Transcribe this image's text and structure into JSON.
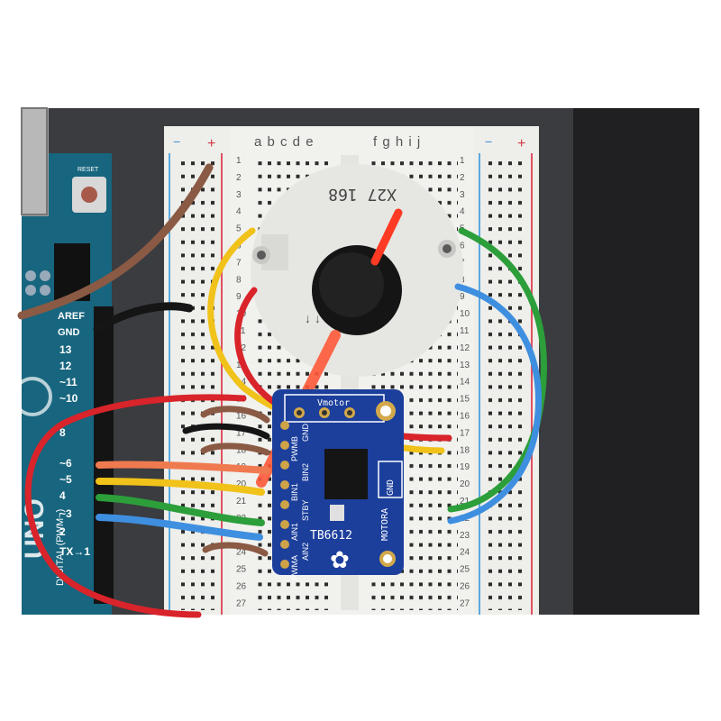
{
  "breadboard": {
    "columns_left": "a b c d e",
    "columns_right": "f g h i j",
    "rail_minus": "−",
    "rail_plus": "+",
    "row_numbers": [
      "1",
      "2",
      "3",
      "4",
      "5",
      "6",
      "7",
      "8",
      "9",
      "10",
      "11",
      "12",
      "13",
      "14",
      "15",
      "16",
      "17",
      "18",
      "19",
      "20",
      "21",
      "22",
      "23",
      "24",
      "25",
      "26",
      "27"
    ]
  },
  "arduino": {
    "reset_label": "RESET",
    "aref_label": "AREF",
    "gnd_label": "GND",
    "pins": [
      "13",
      "12",
      "~11",
      "~10",
      "8",
      "~6",
      "~5",
      "4",
      "~3",
      "2",
      "TX→1"
    ],
    "digital_label": "DIGITAL (PWM~)",
    "brand_label": "UNO"
  },
  "motor": {
    "marking_text": "X27 168",
    "arrow_marks": "↓  ↓"
  },
  "driver_board": {
    "chip_name": "TB6612",
    "vmotor_label": "Vmotor",
    "gnd_label": "GND",
    "motora_label": "MOTORA",
    "pin_labels": [
      "PWMA",
      "AIN2",
      "AIN1",
      "STBY",
      "BIN1",
      "BIN2",
      "PWMB",
      "GND"
    ]
  },
  "colors": {
    "wire_red": "#d8242a",
    "wire_yellow": "#f0c21a",
    "wire_green": "#2c9e3a",
    "wire_blue": "#3f8fe0",
    "wire_brown": "#8a5a44",
    "wire_black": "#151515",
    "wire_orange": "#f07a50",
    "pcb_blue": "#1c3f9c",
    "arduino_teal": "#17657e"
  }
}
